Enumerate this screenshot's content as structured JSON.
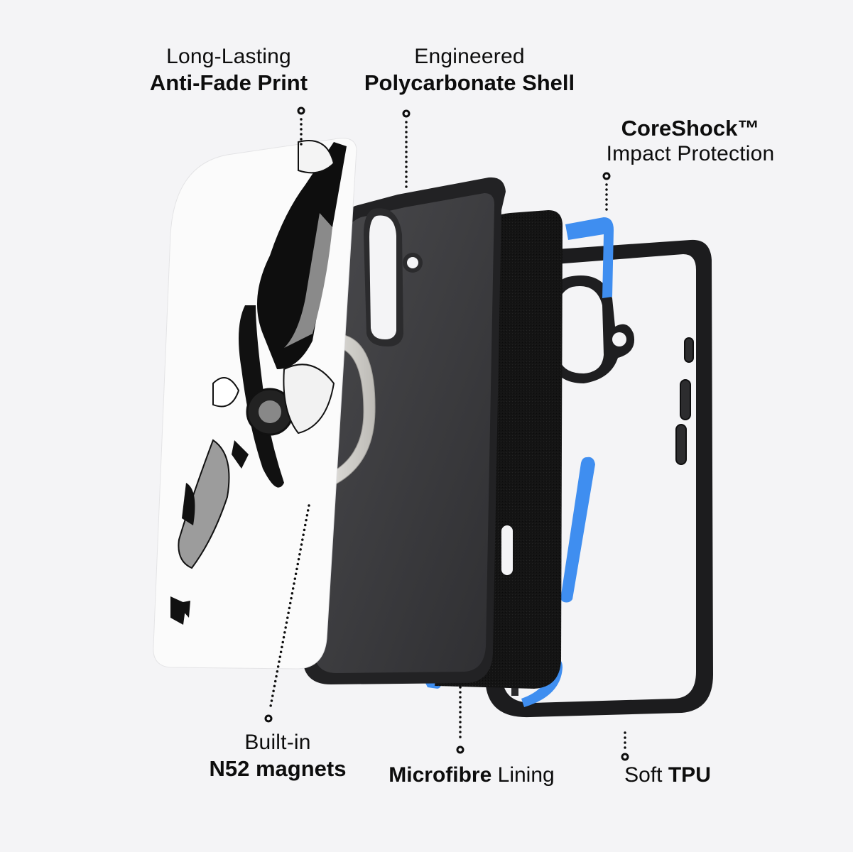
{
  "labels": {
    "anti_fade": {
      "line1": "Long-Lasting",
      "line2": "Anti-Fade Print"
    },
    "shell": {
      "line1": "Engineered",
      "line2": "Polycarbonate Shell"
    },
    "coreshock": {
      "line1": "CoreShock™",
      "line2": "Impact Protection"
    },
    "magnets": {
      "line1": "Built-in",
      "line2": "N52 magnets"
    },
    "lining": {
      "bold": "Microfibre",
      "regular": "Lining"
    },
    "tpu": {
      "regular": "Soft",
      "bold": "TPU"
    }
  },
  "layers": [
    {
      "name": "Anti-Fade Print",
      "description": "white printed back plate with black-and-white artwork"
    },
    {
      "name": "Polycarbonate Shell",
      "color": "#3d3d40"
    },
    {
      "name": "Microfibre Lining",
      "color": "#141414"
    },
    {
      "name": "Soft TPU bumper",
      "color": "#1e1e20"
    }
  ],
  "colors": {
    "background": "#f4f4f6",
    "text": "#0d0d0d",
    "coreshock_accent": "#3f8ef0",
    "magnet_ring": "#d8d6d2",
    "shell": "#3f3f42",
    "lining": "#151515",
    "bumper": "#1c1c1e"
  }
}
